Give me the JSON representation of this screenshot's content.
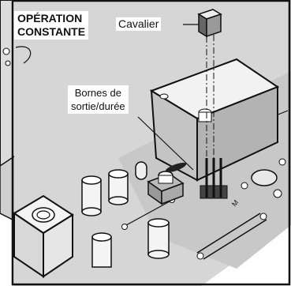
{
  "diagram": {
    "title_line1": "OPÉRATION",
    "title_line2": "CONSTANTE",
    "jumper_label": "Cavalier",
    "terminals_label_line1": "Bornes de",
    "terminals_label_line2": "sortie/durée"
  }
}
